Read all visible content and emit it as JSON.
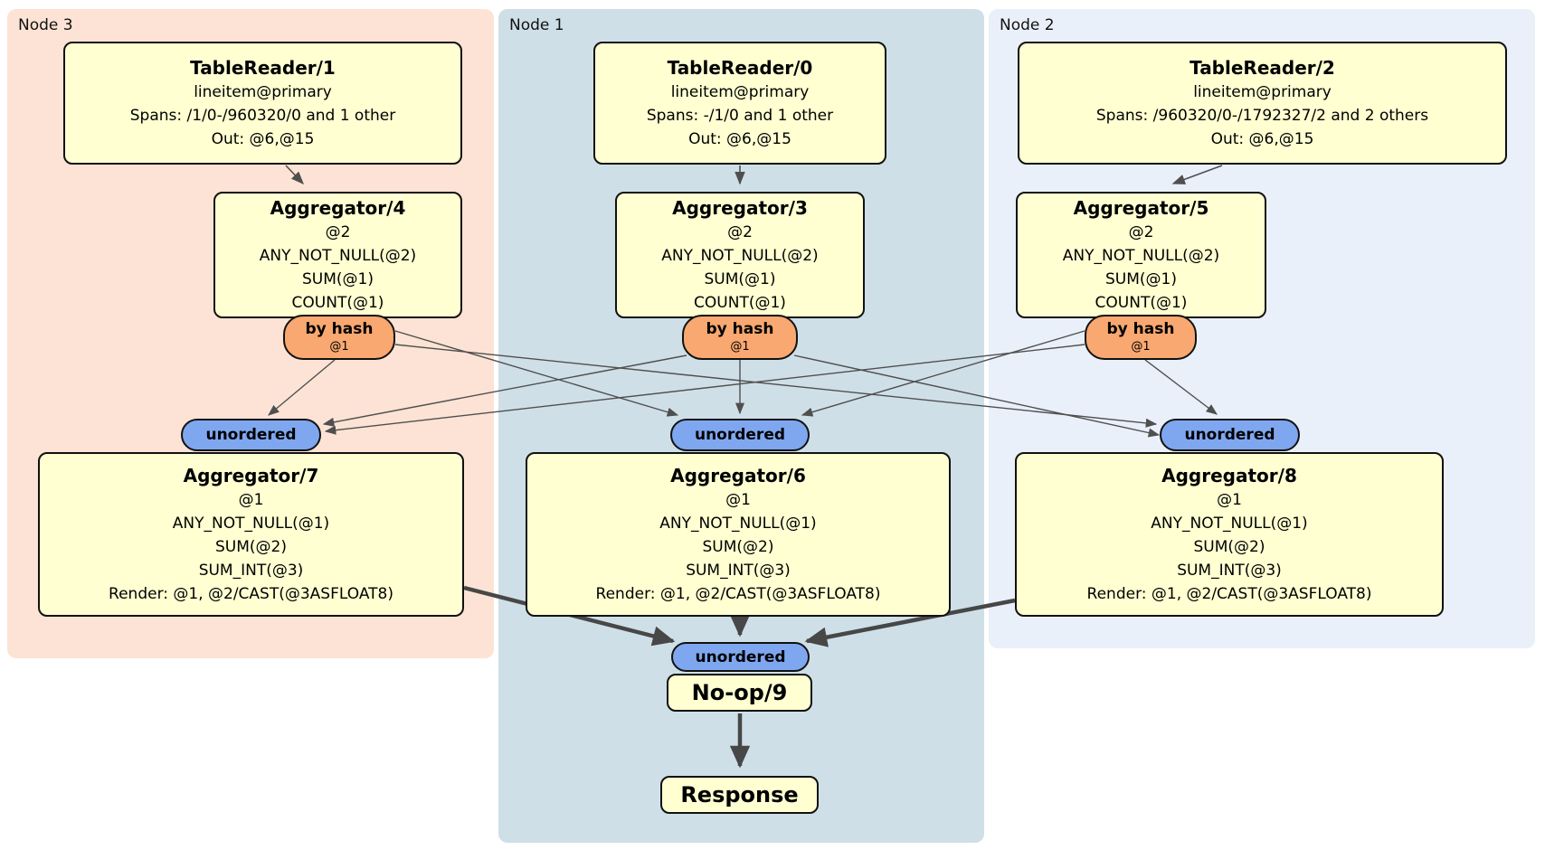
{
  "nodes": {
    "node3": {
      "label": "Node 3"
    },
    "node1": {
      "label": "Node 1"
    },
    "node2": {
      "label": "Node 2"
    }
  },
  "boxes": {
    "tr1": {
      "title": "TableReader/1",
      "lines": [
        "lineitem@primary",
        "Spans: /1/0-/960320/0 and 1 other",
        "Out: @6,@15"
      ]
    },
    "tr0": {
      "title": "TableReader/0",
      "lines": [
        "lineitem@primary",
        "Spans: -/1/0 and 1 other",
        "Out: @6,@15"
      ]
    },
    "tr2": {
      "title": "TableReader/2",
      "lines": [
        "lineitem@primary",
        "Spans: /960320/0-/1792327/2 and 2 others",
        "Out: @6,@15"
      ]
    },
    "agg4": {
      "title": "Aggregator/4",
      "lines": [
        "@2",
        "ANY_NOT_NULL(@2)",
        "SUM(@1)",
        "COUNT(@1)"
      ]
    },
    "agg3": {
      "title": "Aggregator/3",
      "lines": [
        "@2",
        "ANY_NOT_NULL(@2)",
        "SUM(@1)",
        "COUNT(@1)"
      ]
    },
    "agg5": {
      "title": "Aggregator/5",
      "lines": [
        "@2",
        "ANY_NOT_NULL(@2)",
        "SUM(@1)",
        "COUNT(@1)"
      ]
    },
    "agg7": {
      "title": "Aggregator/7",
      "lines": [
        "@1",
        "ANY_NOT_NULL(@1)",
        "SUM(@2)",
        "SUM_INT(@3)",
        "Render: @1, @2/CAST(@3ASFLOAT8)"
      ]
    },
    "agg6": {
      "title": "Aggregator/6",
      "lines": [
        "@1",
        "ANY_NOT_NULL(@1)",
        "SUM(@2)",
        "SUM_INT(@3)",
        "Render: @1, @2/CAST(@3ASFLOAT8)"
      ]
    },
    "agg8": {
      "title": "Aggregator/8",
      "lines": [
        "@1",
        "ANY_NOT_NULL(@1)",
        "SUM(@2)",
        "SUM_INT(@3)",
        "Render: @1, @2/CAST(@3ASFLOAT8)"
      ]
    },
    "noop": {
      "title": "No-op/9"
    },
    "resp": {
      "title": "Response"
    }
  },
  "router": {
    "label": "by hash",
    "key": "@1"
  },
  "sync": {
    "label": "unordered"
  },
  "edges": [
    {
      "from": "TableReader/1",
      "to": "Aggregator/4"
    },
    {
      "from": "TableReader/0",
      "to": "Aggregator/3"
    },
    {
      "from": "TableReader/2",
      "to": "Aggregator/5"
    },
    {
      "from": "Aggregator/4 by hash @1",
      "to": "unordered Aggregator/7"
    },
    {
      "from": "Aggregator/4 by hash @1",
      "to": "unordered Aggregator/6"
    },
    {
      "from": "Aggregator/4 by hash @1",
      "to": "unordered Aggregator/8"
    },
    {
      "from": "Aggregator/3 by hash @1",
      "to": "unordered Aggregator/7"
    },
    {
      "from": "Aggregator/3 by hash @1",
      "to": "unordered Aggregator/6"
    },
    {
      "from": "Aggregator/3 by hash @1",
      "to": "unordered Aggregator/8"
    },
    {
      "from": "Aggregator/5 by hash @1",
      "to": "unordered Aggregator/7"
    },
    {
      "from": "Aggregator/5 by hash @1",
      "to": "unordered Aggregator/6"
    },
    {
      "from": "Aggregator/5 by hash @1",
      "to": "unordered Aggregator/8"
    },
    {
      "from": "Aggregator/7",
      "to": "unordered No-op/9"
    },
    {
      "from": "Aggregator/6",
      "to": "unordered No-op/9"
    },
    {
      "from": "Aggregator/8",
      "to": "unordered No-op/9"
    },
    {
      "from": "No-op/9",
      "to": "Response"
    }
  ],
  "colors": {
    "node3_bg": "#fce3d5",
    "node1_bg": "#cfdfe8",
    "node2_bg": "#eaf0fa",
    "processor_bg": "#ffffd2",
    "router_bg": "#f8a870",
    "sync_bg": "#7fa7f0",
    "edge_thin": "#4f4f4f",
    "edge_thick": "#474747"
  }
}
